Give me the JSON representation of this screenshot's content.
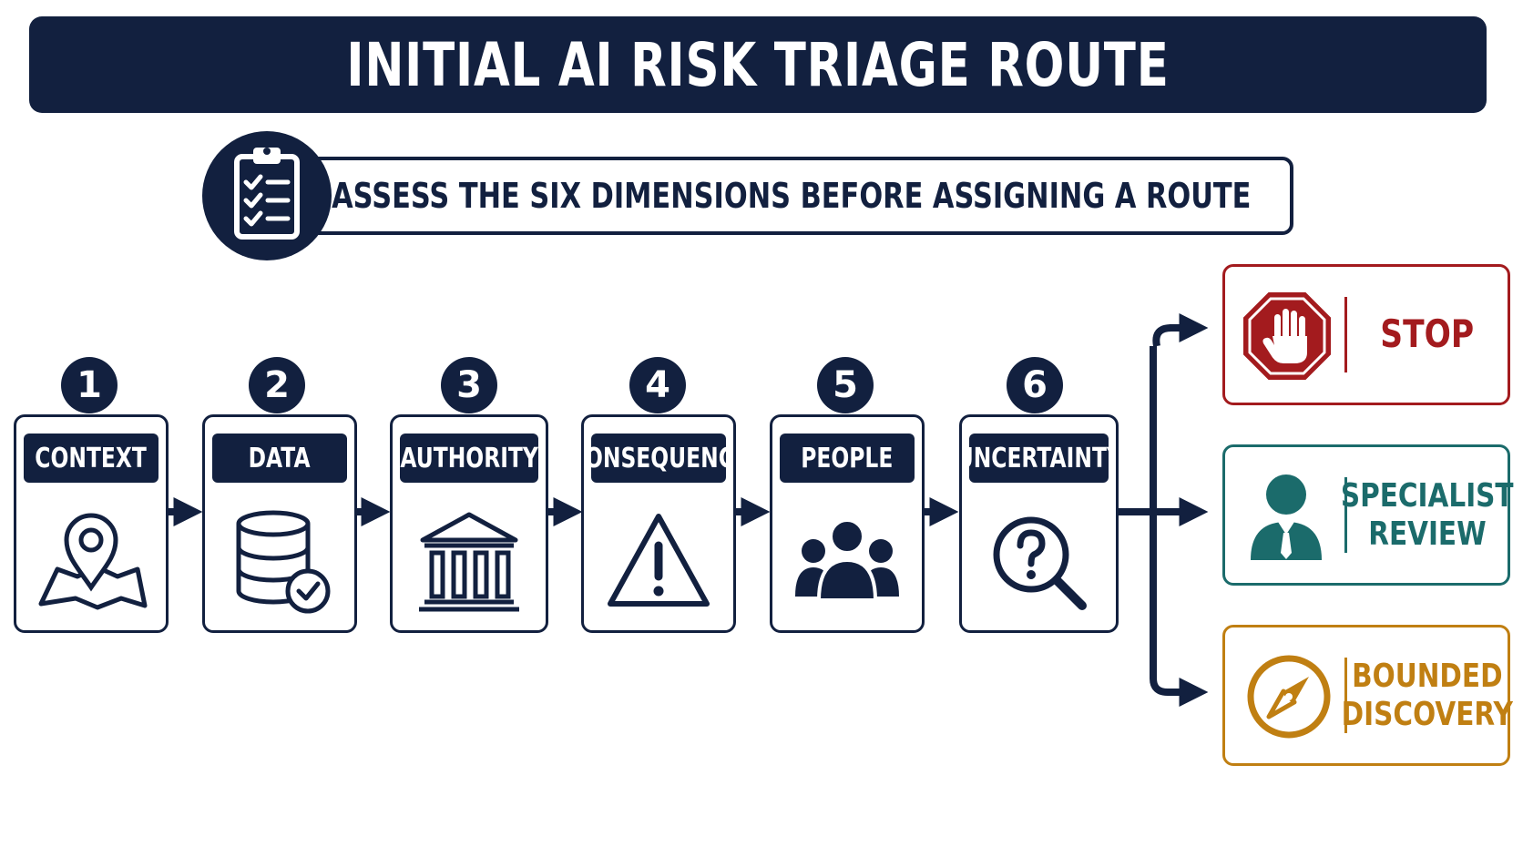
{
  "title": "INITIAL AI RISK TRIAGE ROUTE",
  "subtitle": "ASSESS THE SIX DIMENSIONS BEFORE ASSIGNING A ROUTE",
  "steps": [
    {
      "number": "1",
      "label": "CONTEXT",
      "icon": "map-pin-icon"
    },
    {
      "number": "2",
      "label": "DATA",
      "icon": "database-check-icon"
    },
    {
      "number": "3",
      "label": "AUTHORITY",
      "icon": "institution-icon"
    },
    {
      "number": "4",
      "label": "CONSEQUENCE",
      "icon": "warning-icon"
    },
    {
      "number": "5",
      "label": "PEOPLE",
      "icon": "people-icon"
    },
    {
      "number": "6",
      "label": "UNCERTAINTY",
      "icon": "question-magnifier-icon"
    }
  ],
  "outcomes": [
    {
      "line1": "STOP",
      "line2": "",
      "icon": "stop-hand-icon",
      "color": "#a31b1e"
    },
    {
      "line1": "SPECIALIST",
      "line2": "REVIEW",
      "icon": "specialist-icon",
      "color": "#1b6b6b"
    },
    {
      "line1": "BOUNDED",
      "line2": "DISCOVERY",
      "icon": "compass-icon",
      "color": "#c07f12"
    }
  ],
  "colors": {
    "navy": "#12203f",
    "stop": "#a31b1e",
    "review": "#1b6b6b",
    "discovery": "#c07f12"
  }
}
